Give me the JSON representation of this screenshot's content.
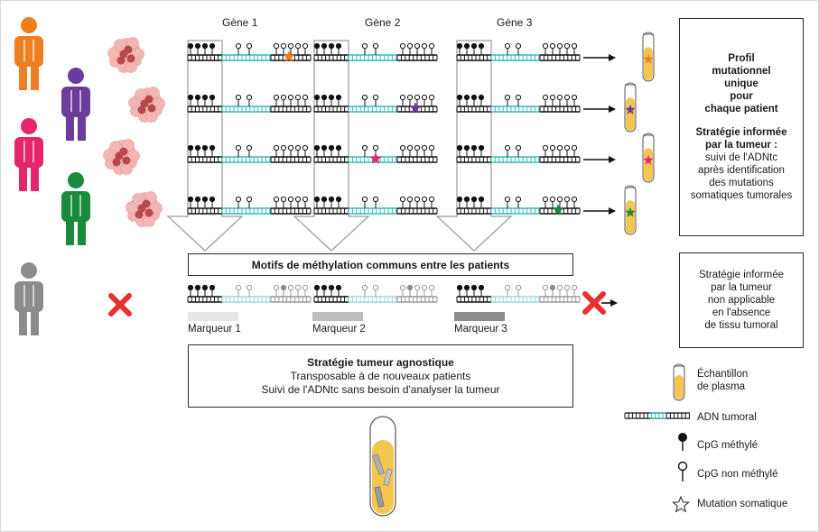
{
  "genes": [
    "Gène 1",
    "Gène 2",
    "Gène 3"
  ],
  "profile_box": {
    "title_lines": [
      "Profil",
      "mutationnel",
      "unique",
      "pour",
      "chaque patient"
    ],
    "strategy_title_lines": [
      "Stratégie informée",
      "par la tumeur :"
    ],
    "strategy_body_lines": [
      "suivi de l'ADNtc",
      "après identification",
      "des mutations",
      "somatiques tumorales"
    ]
  },
  "na_box": {
    "lines": [
      "Stratégie informée",
      "par la tumeur",
      "non applicable",
      "en l'absence",
      "de tissu tumoral"
    ]
  },
  "common_box": {
    "label": "Motifs de méthylation communs entre les patients"
  },
  "markers": [
    "Marqueur 1",
    "Marqueur 2",
    "Marqueur 3"
  ],
  "agnostic_box": {
    "title": "Stratégie tumeur agnostique",
    "line1": "Transposable à de nouveaux patients",
    "line2": "Suivi de l'ADNtc sans besoin d'analyser la tumeur"
  },
  "legend": {
    "plasma_lines": [
      "Échantillon",
      "de plasma"
    ],
    "dna": "ADN tumoral",
    "methylated": "CpG méthylé",
    "unmethylated": "CpG non méthylé",
    "mutation": "Mutation somatique"
  },
  "colors": {
    "orange": "#ef7d22",
    "purple": "#6a3d9a",
    "pink": "#e6256f",
    "green": "#1a8a3c",
    "grey": "#8c8c8c",
    "teal": "#3ab8b8",
    "red_x": "#e5312f",
    "plasma": "#f4c64f"
  },
  "patients": [
    {
      "color": "orange",
      "star_gene": 0,
      "star_pos": "right"
    },
    {
      "color": "purple",
      "star_gene": 1,
      "star_pos": "right"
    },
    {
      "color": "pink",
      "star_gene": 1,
      "star_pos": "left"
    },
    {
      "color": "green",
      "star_gene": 2,
      "star_pos": "right"
    }
  ]
}
